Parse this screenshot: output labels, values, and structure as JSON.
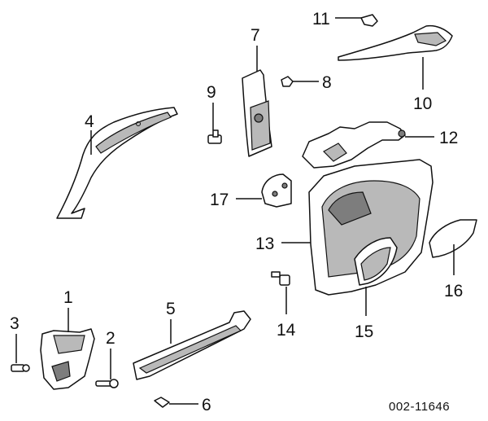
{
  "callouts": [
    "1",
    "2",
    "3",
    "4",
    "5",
    "6",
    "7",
    "8",
    "9",
    "10",
    "11",
    "12",
    "13",
    "14",
    "15",
    "16",
    "17"
  ],
  "reference_code": "002-11646"
}
